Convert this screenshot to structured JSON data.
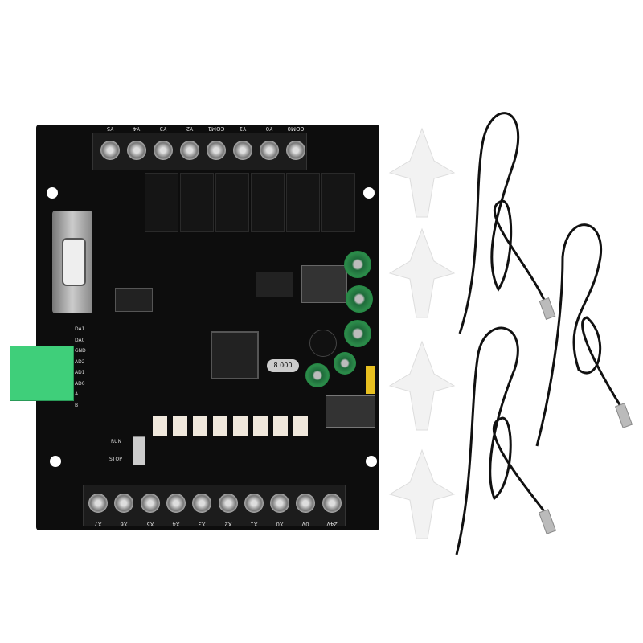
{
  "board": {
    "top_terminals": [
      "Y5",
      "Y4",
      "Y3",
      "Y2",
      "COM1",
      "Y1",
      "Y0",
      "COM0"
    ],
    "bottom_terminals": [
      "X7",
      "X6",
      "X5",
      "X4",
      "X3",
      "X2",
      "X1",
      "X0",
      "0V",
      "24V"
    ],
    "analog_labels": [
      "DA1",
      "DA0",
      "GND",
      "AD2",
      "AD1",
      "AD0",
      "A",
      "B"
    ],
    "switch_labels": {
      "run": "RUN",
      "stop": "STOP"
    },
    "crystal": "8.000",
    "relay_count": 6,
    "opto_count": 8
  },
  "accessories": {
    "clip_count": 4,
    "sensor_count": 3
  },
  "colors": {
    "board": "#0d0d0d",
    "connector": "#3fcf7a",
    "capacitor": "#2c8a4a",
    "cable": "#111111"
  }
}
